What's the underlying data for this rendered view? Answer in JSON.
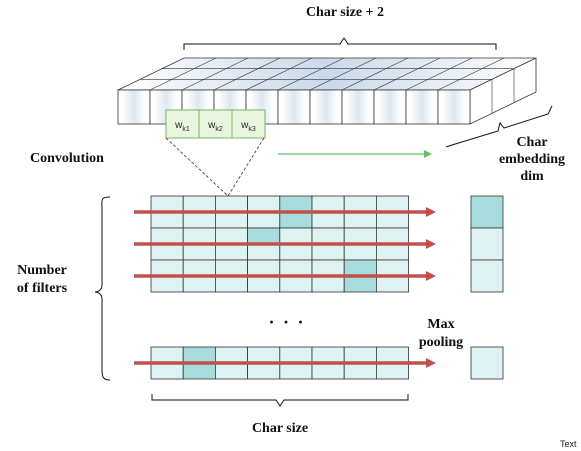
{
  "labels": {
    "top_brace": "Char size + 2",
    "convolution": "Convolution",
    "embedding_line1": "Char",
    "embedding_line2": "embedding",
    "embedding_line3": "dim",
    "filters_line1": "Number",
    "filters_line2": "of filters",
    "max_line1": "Max",
    "max_line2": "pooling",
    "bottom_brace": "Char size",
    "ellipsis": "· · ·",
    "corner": "Text"
  },
  "kernel": {
    "cells": [
      {
        "base": "w",
        "sub": "k1"
      },
      {
        "base": "w",
        "sub": "k2"
      },
      {
        "base": "w",
        "sub": "k3"
      }
    ]
  },
  "colors": {
    "cell_fill": "#dff2f2",
    "cell_highlight": "#a8dcdc",
    "cell_stroke": "#333333",
    "arrow": "#c0504d",
    "kernel_fill": "#eaf5e0",
    "kernel_stroke": "#7cb35a",
    "green_arrow": "#6bbf6b",
    "block_front": "#ffffff",
    "block_top": "#dfe9f3"
  }
}
